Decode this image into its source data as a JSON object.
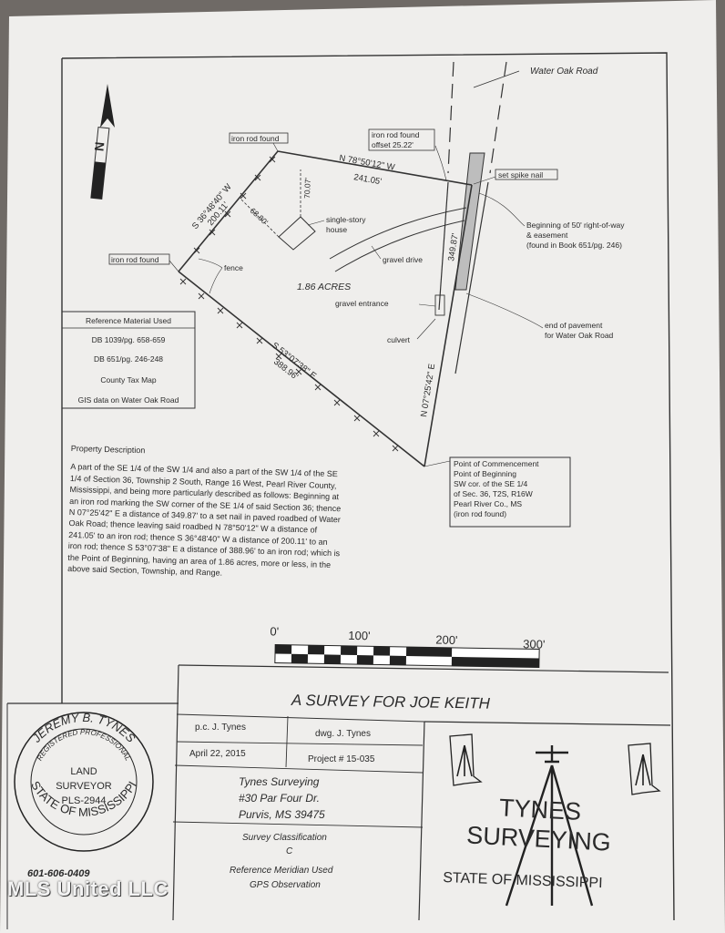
{
  "north_arrow": {
    "label": "N"
  },
  "road": {
    "name": "Water Oak Road"
  },
  "callouts": {
    "iron_rod_nw": "iron rod found",
    "iron_rod_offset_l1": "iron rod found",
    "iron_rod_offset_l2": "offset 25.22'",
    "spike": "set spike nail",
    "row_l1": "Beginning of 50' right-of-way",
    "row_l2": "& easement",
    "row_l3": "(found in Book 651/pg. 246)",
    "iron_rod_w": "iron rod found",
    "house_l1": "single-story",
    "house_l2": "house",
    "gravel_drive": "gravel drive",
    "fence": "fence",
    "acres": "1.86 ACRES",
    "gravel_entrance": "gravel entrance",
    "culvert": "culvert",
    "eop_l1": "end of pavement",
    "eop_l2": "for Water Oak Road",
    "house_dim1": "70.07'",
    "house_dim2": "68.80'"
  },
  "bearings": {
    "north_bearing": "N 78°50'12\" W",
    "north_dist": "241.05'",
    "west_bearing": "S 36°48'40\" W",
    "west_dist": "200.11'",
    "south_bearing": "S 53°07'38\" E",
    "south_dist": "388.96'",
    "east_bearing": "N 07°25'42\" E",
    "east_dist": "349.87'"
  },
  "reference_material": {
    "title": "Reference Material Used",
    "items": [
      "DB 1039/pg. 658-659",
      "DB 651/pg. 246-248",
      "County Tax Map",
      "GIS data on Water Oak Road"
    ]
  },
  "commencement": [
    "Point of Commencement",
    "Point of Beginning",
    "SW cor. of the SE 1/4",
    "of Sec. 36, T2S, R16W",
    "Pearl River Co., MS",
    "(iron rod found)"
  ],
  "property_description": {
    "title": "Property Description",
    "body": "A part of the SE 1/4 of the SW 1/4 and also a part of the SW 1/4 of the SE 1/4 of Section 36, Township 2 South, Range 16 West, Pearl River County, Mississippi, and being more particularly described as follows: Beginning at an iron rod marking the SW corner of the SE 1/4 of said Section 36; thence N 07°25'42\" E a distance of 349.87' to a set nail in paved roadbed of Water Oak Road; thence leaving said roadbed N 78°50'12\" W a distance of 241.05' to an iron rod; thence S 36°48'40\" W a distance of 200.11' to an iron rod; thence S 53°07'38\" E a distance of 388.96' to an iron rod; which is the Point of Beginning, having an area of 1.86 acres, more or less, in the above said Section, Township, and Range."
  },
  "scale_bar": {
    "labels": [
      "0'",
      "100'",
      "200'",
      "300'"
    ]
  },
  "title_block": {
    "title": "A SURVEY FOR JOE KEITH",
    "pc": "p.c. J. Tynes",
    "dwg": "dwg. J. Tynes",
    "date": "April 22, 2015",
    "project": "Project # 15-035",
    "company_l1": "Tynes Surveying",
    "company_l2": "#30 Par Four Dr.",
    "company_l3": "Purvis, MS 39475",
    "classification_label": "Survey Classification",
    "classification_value": "C",
    "meridian_label": "Reference Meridian Used",
    "meridian_value": "GPS Observation"
  },
  "seal": {
    "name": "JEREMY B. TYNES",
    "registered": "REGISTERED PROFESSIONAL",
    "line1": "LAND",
    "line2": "SURVEYOR",
    "line3": "PLS-2944",
    "state": "STATE OF MISSISSIPPI"
  },
  "phone": "601-606-0409",
  "logo": {
    "line1": "TYNES",
    "line2": "SURVEYING",
    "line3": "STATE OF MISSISSIPPI"
  },
  "watermark": "MLS United LLC",
  "colors": {
    "paper": "#efeeec",
    "ink": "#2b2b2b",
    "background": "#6f6a66"
  }
}
